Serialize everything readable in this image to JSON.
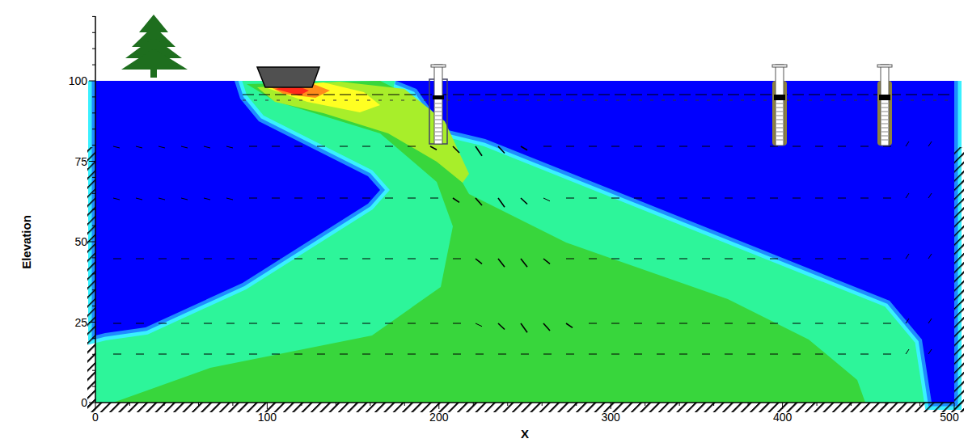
{
  "diagram": {
    "labels": [
      "100",
      "75",
      "50",
      "25",
      "0",
      "0",
      "100",
      "200",
      "300",
      "400",
      "500",
      "Elevation",
      "X"
    ]
  }
}
